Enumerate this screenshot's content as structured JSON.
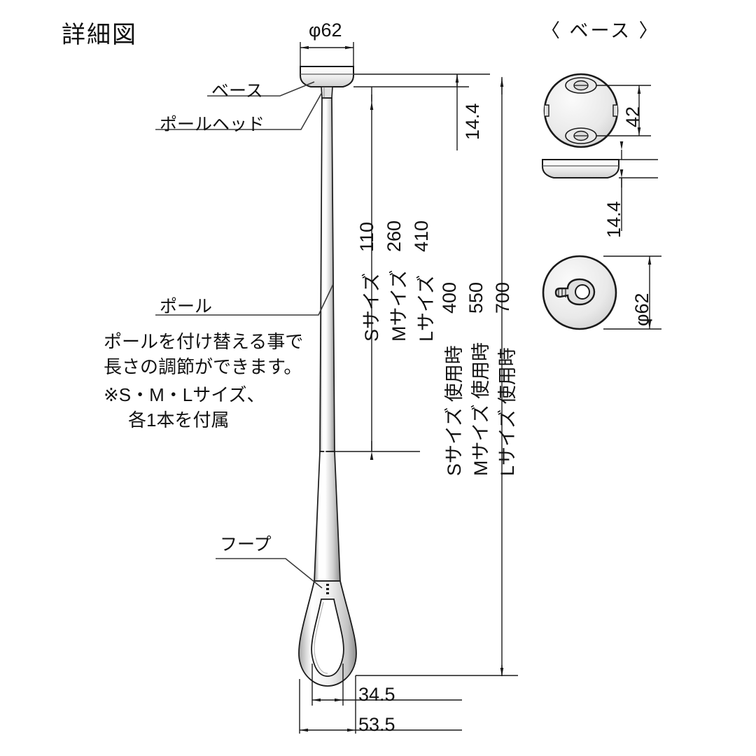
{
  "drawing": {
    "title": "詳細図",
    "section_title": "〈 ベース 〉"
  },
  "callouts": {
    "base": "ベース",
    "pole_head": "ポールヘッド",
    "pole": "ポール",
    "hoop": "フープ"
  },
  "note": {
    "line1": "ポールを付け替える事で",
    "line2": "長さの調節ができます。",
    "line3": "※S・M・Lサイズ、",
    "line4": "各1本を付属"
  },
  "dimensions": {
    "top_diameter": "φ62",
    "base_thickness": "14.4",
    "bottom_inner": "34.5",
    "bottom_outer": "53.5"
  },
  "pole_lengths": [
    {
      "label": "Sサイズ",
      "value": "110"
    },
    {
      "label": "Mサイズ",
      "value": "260"
    },
    {
      "label": "Lサイズ",
      "value": "410"
    }
  ],
  "total_lengths": [
    {
      "label": "Sサイズ 使用時",
      "value": "400"
    },
    {
      "label": "Mサイズ 使用時",
      "value": "550"
    },
    {
      "label": "Lサイズ 使用時",
      "value": "700"
    }
  ],
  "base_views": {
    "top_view_dim": "42",
    "side_view_dim": "14.4",
    "bottom_view_dim": "φ62"
  },
  "colors": {
    "line": "#1a1a1a",
    "thin": "#4a4a4a",
    "fill_light": "#f2f2f2",
    "fill_mid": "#d8d8d8"
  }
}
